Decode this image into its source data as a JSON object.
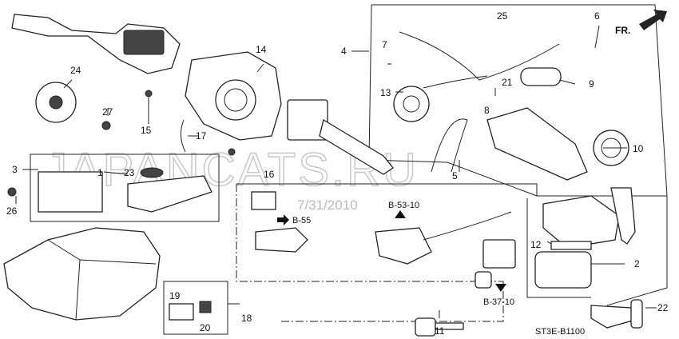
{
  "diagram": {
    "code": "ST3E-B1100",
    "date_stamp": "7/31/2010",
    "watermark": "JAPANCATS.RU",
    "direction_label": "FR.",
    "callouts": [
      "1",
      "2",
      "3",
      "4",
      "5",
      "6",
      "7",
      "8",
      "9",
      "10",
      "11",
      "12",
      "13",
      "14",
      "15",
      "16",
      "17",
      "18",
      "19",
      "20",
      "21",
      "22",
      "23",
      "24",
      "25",
      "26",
      "27"
    ],
    "references": {
      "b55": "B-55",
      "b5310": "B-53-10",
      "b3710": "B-37-10"
    }
  }
}
